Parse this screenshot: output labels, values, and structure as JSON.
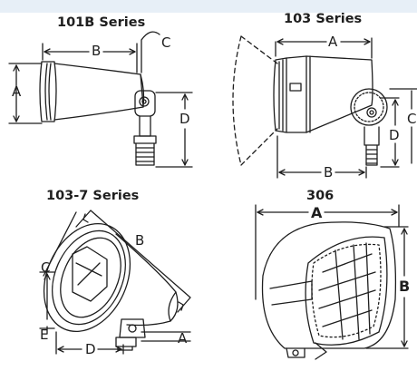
{
  "panels": [
    {
      "id": "101b",
      "title": "101B Series",
      "labels": {
        "a": "A",
        "b": "B",
        "c": "C",
        "d": "D"
      }
    },
    {
      "id": "103",
      "title": "103 Series",
      "labels": {
        "a": "A",
        "b": "B",
        "c": "C",
        "d": "D"
      }
    },
    {
      "id": "1037",
      "title": "103-7 Series",
      "labels": {
        "a": "A",
        "b": "B",
        "c": "C",
        "d": "D",
        "e": "E"
      }
    },
    {
      "id": "306",
      "title": "306",
      "labels": {
        "a": "A",
        "b": "B"
      }
    }
  ],
  "colors": {
    "band": "#e7eff7",
    "line": "#1e1e1e"
  }
}
